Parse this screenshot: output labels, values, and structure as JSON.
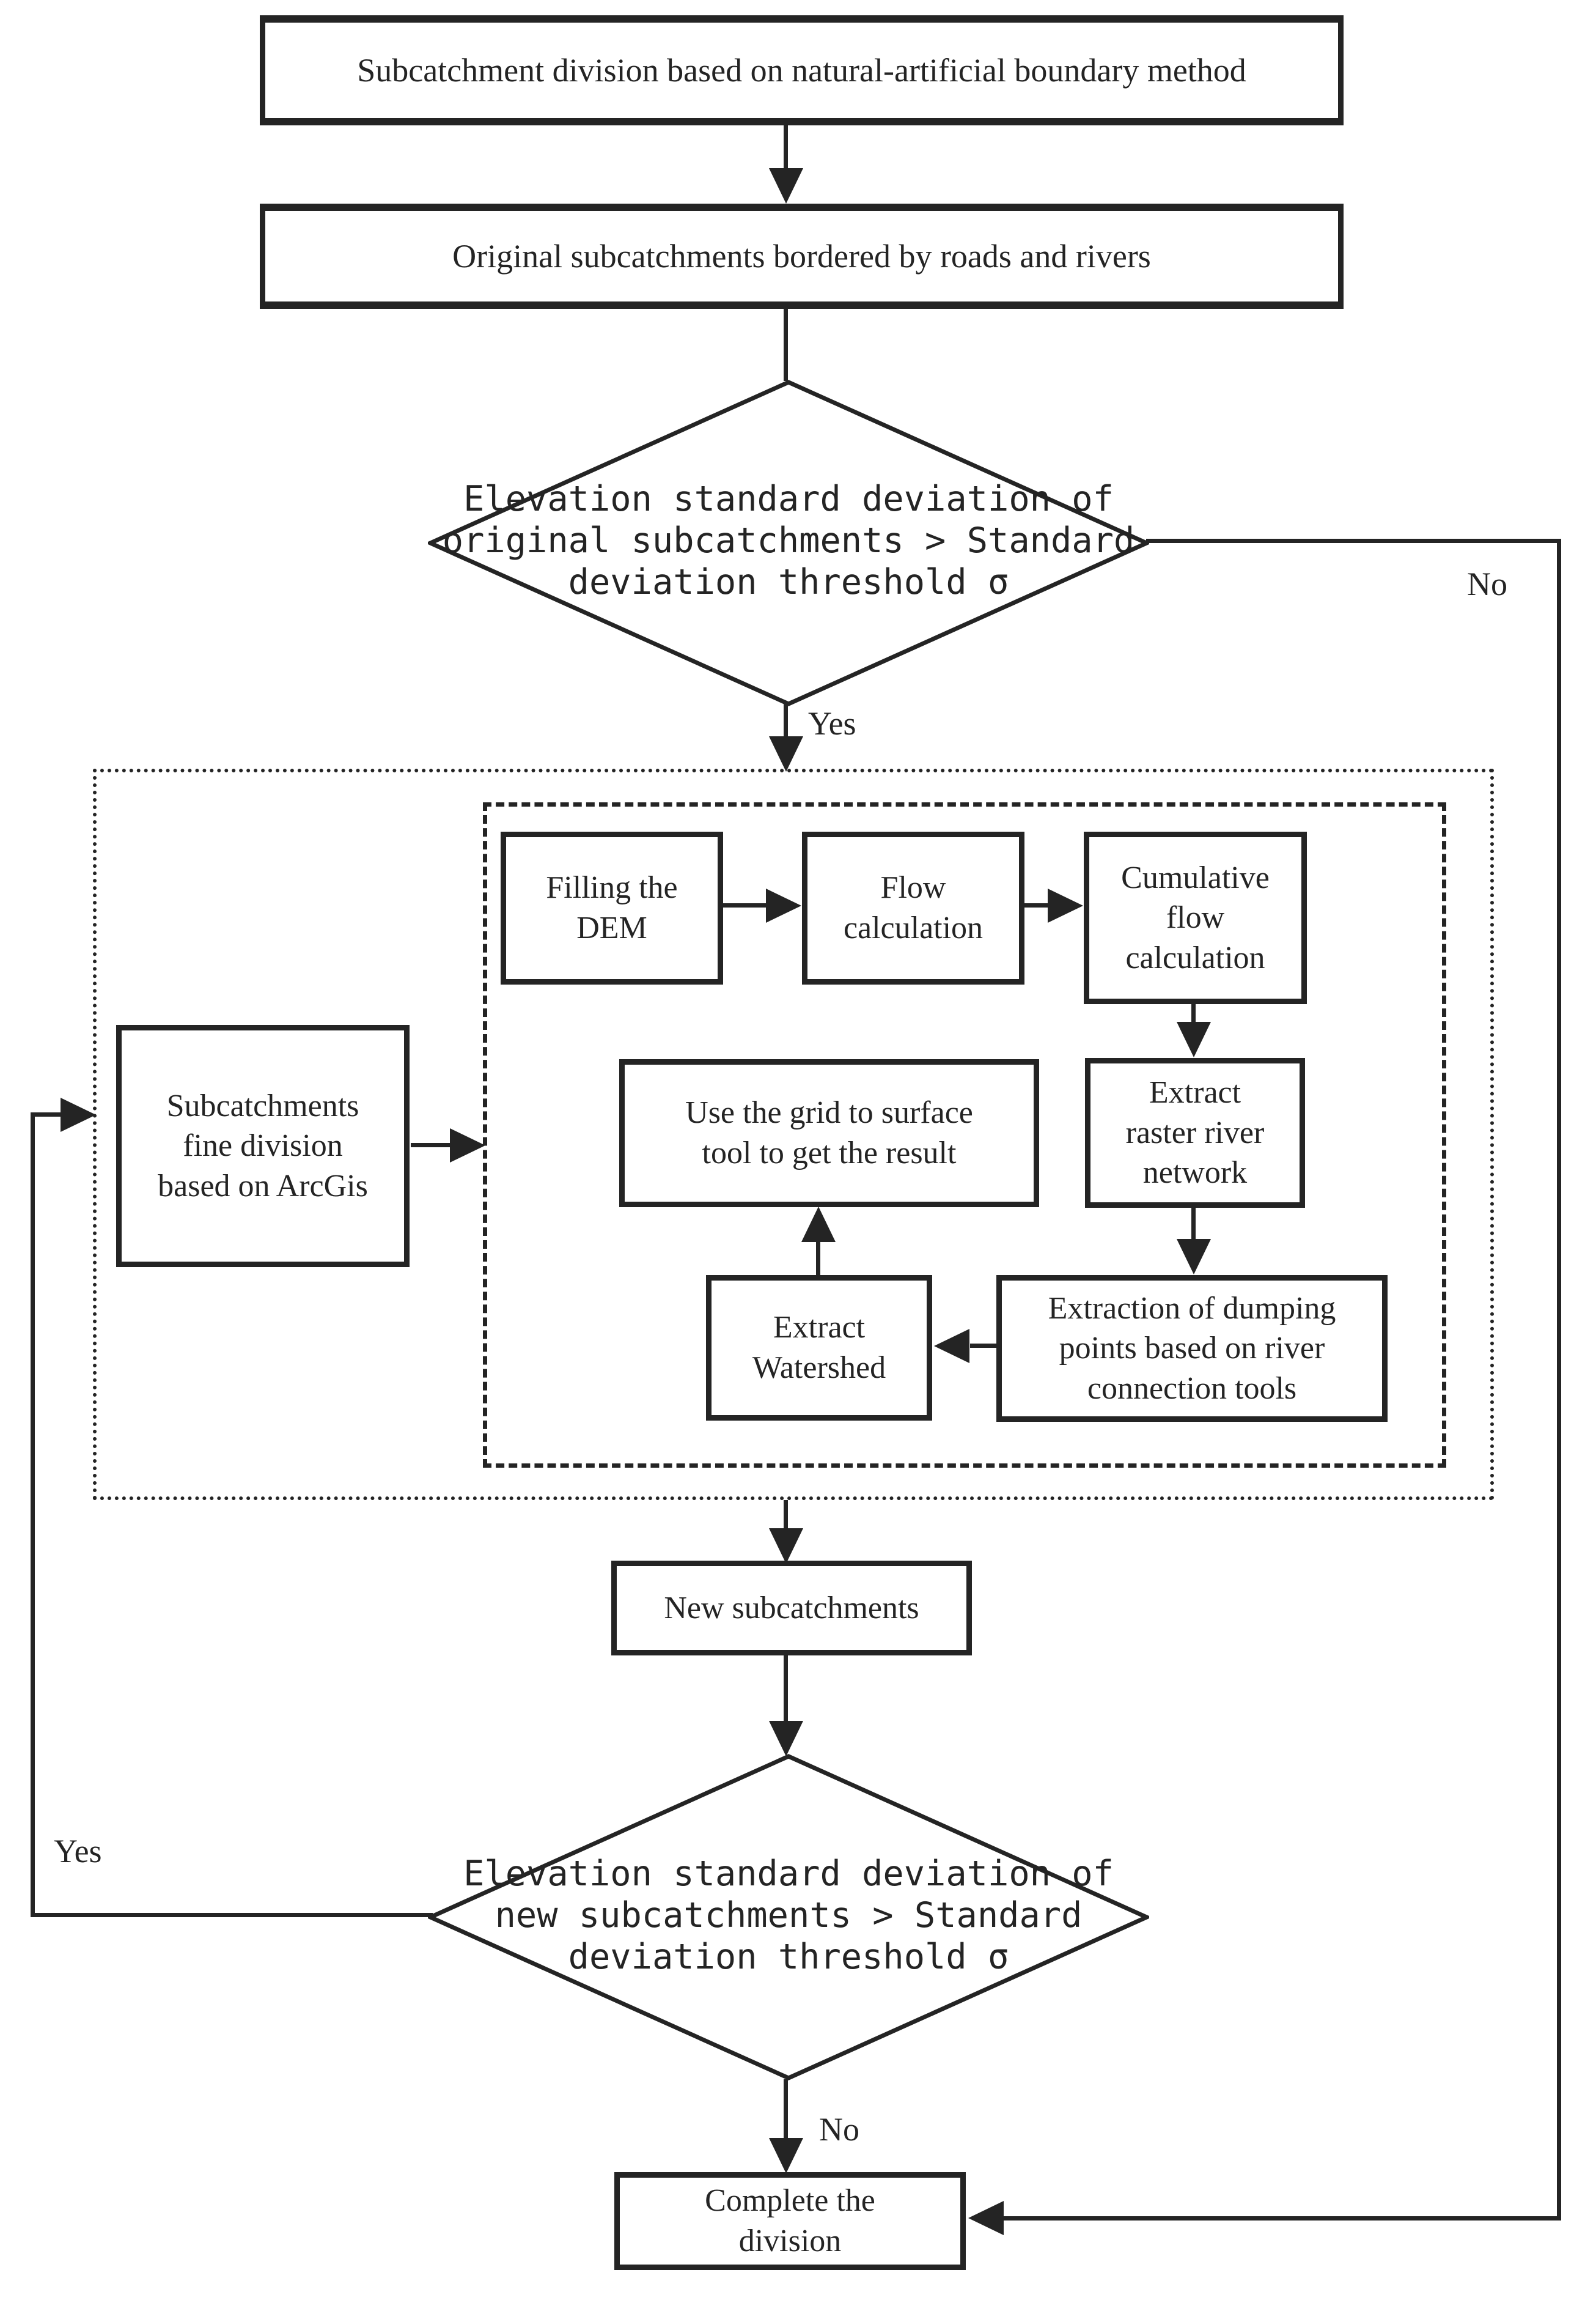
{
  "diagram": {
    "title": "Subcatchment division flowchart",
    "colors": {
      "ink": "#242424",
      "background": "#ffffff"
    },
    "nodes": {
      "top_box": "Subcatchment division based on natural-artificial boundary method",
      "original_box": "Original subcatchments bordered by roads and rivers",
      "decision1": "Elevation standard deviation of\noriginal subcatchments > Standard\ndeviation threshold σ",
      "subcatch_fine": "Subcatchments\nfine division\nbased on ArcGis",
      "filling_dem": "Filling the\nDEM",
      "flow_calc": "Flow\ncalculation",
      "cumulative_flow": "Cumulative\nflow\ncalculation",
      "extract_raster": "Extract\nraster river\nnetwork",
      "use_grid": "Use the grid to surface\ntool to get the result",
      "extract_watershed": "Extract\nWatershed",
      "dumping_points": "Extraction of dumping\npoints based on river\nconnection tools",
      "new_subcatchments": "New subcatchments",
      "decision2": "Elevation standard deviation of\nnew subcatchments > Standard\ndeviation threshold σ",
      "complete": "Complete the\ndivision"
    },
    "edge_labels": {
      "decision1_yes": "Yes",
      "decision1_no": "No",
      "decision2_yes": "Yes",
      "decision2_no": "No"
    }
  }
}
